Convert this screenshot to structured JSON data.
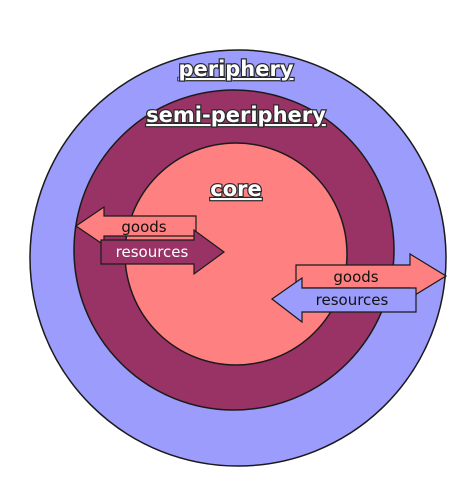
{
  "rings": {
    "periphery": {
      "label": "periphery",
      "color": "#9b9cfb"
    },
    "semi_periphery": {
      "label": "semi-periphery",
      "color": "#993366"
    },
    "core": {
      "label": "core",
      "color": "#fe8080"
    }
  },
  "left_arrows": {
    "goods": {
      "label": "goods",
      "color": "#fe8080"
    },
    "resources": {
      "label": "resources",
      "color": "#993366"
    }
  },
  "right_arrows": {
    "goods": {
      "label": "goods",
      "color": "#fe8080"
    },
    "resources": {
      "label": "resources",
      "color": "#9b9cfb"
    }
  }
}
